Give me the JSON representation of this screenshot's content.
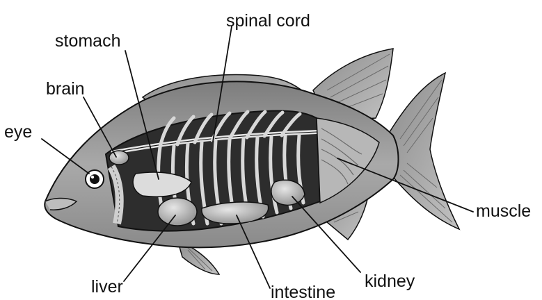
{
  "labels": {
    "spinal_cord": "spinal cord",
    "stomach": "stomach",
    "brain": "brain",
    "eye": "eye",
    "muscle": "muscle",
    "liver": "liver",
    "intestine": "intestine",
    "kidney": "kidney"
  },
  "colors": {
    "body": "#9a9a9a",
    "body_dark": "#6f6f6f",
    "fin": "#a8a8a8",
    "cavity": "#2b2b2b",
    "bone": "#d9d9d9",
    "organ": "#c4c4c4",
    "outline": "#111111"
  }
}
